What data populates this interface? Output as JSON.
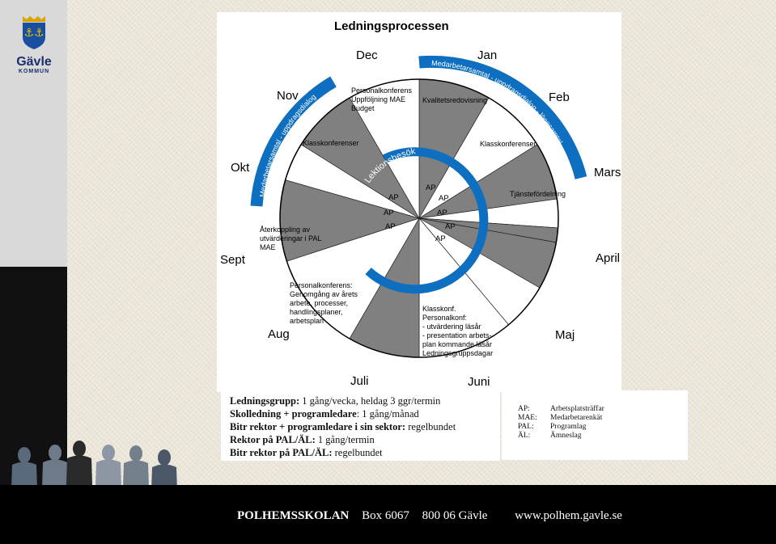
{
  "logo": {
    "name": "Gävle",
    "sub": "KOMMUN"
  },
  "diagram": {
    "title": "Ledningsprocessen",
    "months": [
      "Jan",
      "Feb",
      "Mars",
      "April",
      "Maj",
      "Juni",
      "Juli",
      "Aug",
      "Sept",
      "Okt",
      "Nov",
      "Dec"
    ],
    "ring_label": "Lektionsbesök",
    "arc_right": "Medarbetarsamtal - uppdragsdialog - lönesamtal",
    "arc_left": "Medarbetarsamtal - uppdragsdialog",
    "ap_label": "AP",
    "sectors": {
      "kvalitet": "Kvalitetsredovisning",
      "klass_feb": "Klasskonferenser",
      "tjanst": "Tjänstefördelning",
      "klass_okt": "Klasskonferenser",
      "dec_lines": [
        "Personalkonferens",
        "Uppföljning MAE",
        "Budget"
      ],
      "sept_lines": [
        "Återkoppling av",
        "utvärderingar i PAL",
        "MAE"
      ],
      "aug_lines": [
        "Personalkonferens:",
        "Genomgång av årets",
        "arbete, processer,",
        "handlingsplaner,",
        "arbetsplan"
      ],
      "juni_lines": [
        "Klasskonf.",
        "Personalkonf:",
        "- utvärdering läsår",
        "- presentation arbets-",
        "  plan kommande läsår",
        "Ledningsgruppsdagar"
      ]
    }
  },
  "info": [
    {
      "bold": "Ledningsgrupp:",
      "rest": " 1 gång/vecka, heldag 3 ggr/termin"
    },
    {
      "bold": "Skolledning + programledare",
      "rest": ": 1 gång/månad"
    },
    {
      "bold": "Bitr rektor + programledare i sin sektor:",
      "rest": " regelbundet"
    },
    {
      "bold": "Rektor på PAL/ÄL:",
      "rest": " 1 gång/termin"
    },
    {
      "bold": "Bitr rektor på PAL/ÄL:",
      "rest": " regelbundet"
    }
  ],
  "legend": [
    {
      "abbr": "AP:",
      "desc": "Arbetsplatsträffar"
    },
    {
      "abbr": "MAE:",
      "desc": "Medarbetarenkät"
    },
    {
      "abbr": "PAL:",
      "desc": "Programlag"
    },
    {
      "abbr": "ÄL:",
      "desc": "Ämneslag"
    }
  ],
  "footer": {
    "school": "POLHEMSSKOLAN",
    "box": "Box 6067",
    "city": "800 06 Gävle",
    "web": "www.polhem.gavle.se"
  },
  "colors": {
    "blue": "#0e6fc0",
    "gray": "#808080",
    "navy": "#1a2f6b"
  }
}
